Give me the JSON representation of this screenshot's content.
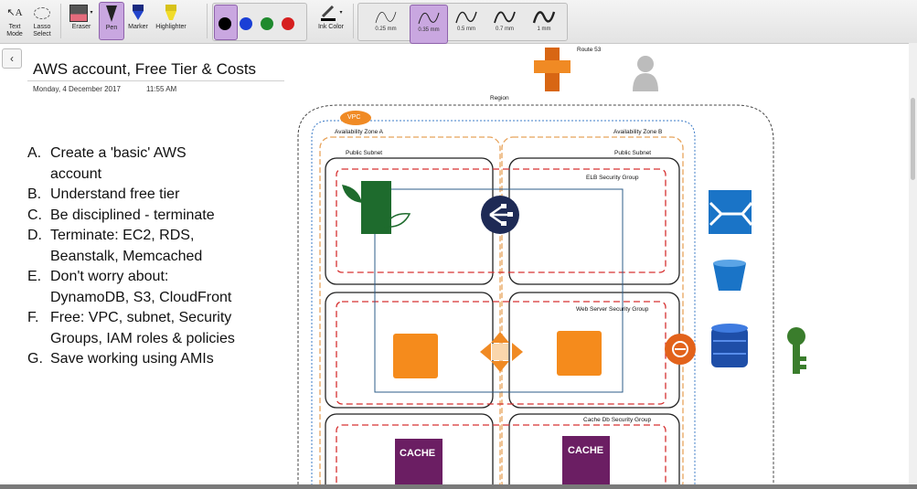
{
  "toolbar": {
    "text_mode": "Text Mode",
    "lasso_select": "Lasso Select",
    "eraser": "Eraser",
    "pen": "Pen",
    "marker": "Marker",
    "highlighter": "Highlighter",
    "ink_color": "Ink Color",
    "colors": [
      "#000000",
      "#1a3fd6",
      "#1f8a2e",
      "#d61f1f"
    ],
    "strokes": [
      "0.25 mm",
      "0.35 mm",
      "0.5 mm",
      "0.7 mm",
      "1 mm"
    ],
    "selected_stroke": "0.35 mm"
  },
  "page": {
    "title": "AWS account, Free Tier & Costs",
    "date": "Monday, 4 December  2017",
    "time": "11:55 AM"
  },
  "list": [
    {
      "marker": "A.",
      "text": "Create a 'basic' AWS account"
    },
    {
      "marker": "B.",
      "text": "Understand free tier"
    },
    {
      "marker": "C.",
      "text": "Be disciplined - terminate"
    },
    {
      "marker": "D.",
      "text": "Terminate: EC2, RDS, Beanstalk, Memcached"
    },
    {
      "marker": "E.",
      "text": "Don't worry about: DynamoDB, S3, CloudFront"
    },
    {
      "marker": "F.",
      "text": "Free: VPC, subnet, Security Groups, IAM roles & policies"
    },
    {
      "marker": "G.",
      "text": "Save working using AMIs"
    }
  ],
  "diagram": {
    "route53": "Route 53",
    "region": "Region",
    "vpc": "VPC",
    "az_a": "Availability Zone A",
    "az_b": "Availability Zone B",
    "public_subnet_1": "Public Subnet",
    "public_subnet_2": "Public Subnet",
    "elb_sg": "ELB Security Group",
    "web_sg": "Web Server Security Group",
    "cache_sg": "Cache Db Security Group",
    "cache1": "CACHE",
    "cache2": "CACHE"
  }
}
